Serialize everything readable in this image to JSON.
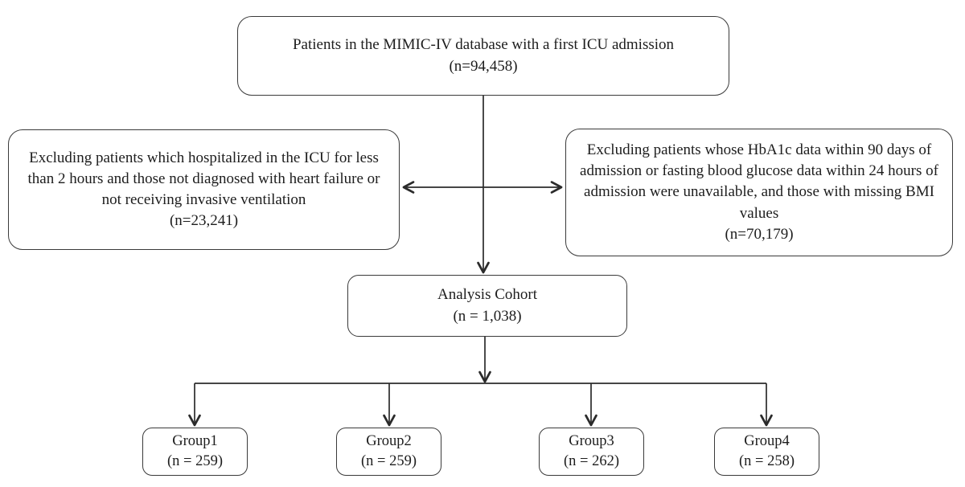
{
  "diagram": {
    "type": "flowchart",
    "description": "Patient selection flow diagram for an MIMIC-IV ICU cohort study",
    "colors": {
      "background": "#ffffff",
      "box_fill": "#ffffff",
      "box_border": "#3a3a3a",
      "line": "#2b2b2b",
      "text": "#1d1d1d"
    },
    "nodes": {
      "top": {
        "label": "Patients in the MIMIC-IV database with a first ICU admission",
        "n": "(n=94,458)"
      },
      "exclusion_left": {
        "label": "Excluding patients which hospitalized in the ICU for less than 2 hours and those not diagnosed with heart failure or not receiving invasive ventilation",
        "n": "(n=23,241)"
      },
      "exclusion_right": {
        "label": "Excluding patients whose HbA1c data within 90 days of admission or fasting blood glucose data within 24 hours of admission were unavailable, and those with missing BMI values",
        "n": "(n=70,179)"
      },
      "cohort": {
        "label": "Analysis Cohort",
        "n": "(n = 1,038)"
      },
      "groups": [
        {
          "label": "Group1",
          "n": "(n = 259)"
        },
        {
          "label": "Group2",
          "n": "(n = 259)"
        },
        {
          "label": "Group3",
          "n": "(n = 262)"
        },
        {
          "label": "Group4",
          "n": "(n = 258)"
        }
      ]
    },
    "edges": [
      "top -> cohort (arrow down)",
      "exclusion_left <-> exclusion_right (double-headed horizontal arrow crossing main line)",
      "cohort -> groups (branching arrows down to Group1, Group2, Group3, Group4)"
    ]
  }
}
